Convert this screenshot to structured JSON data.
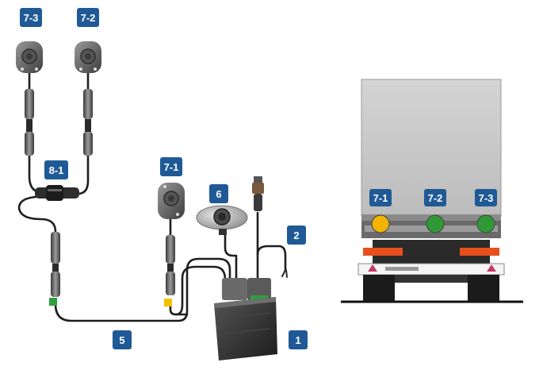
{
  "labels": {
    "sensor_7_3": "7-3",
    "sensor_7_2": "7-2",
    "sensor_7_1": "7-1",
    "splitter": "8-1",
    "camera": "6",
    "power_cable": "2",
    "main_cable": "5",
    "control_unit": "1",
    "truck_7_1": "7-1",
    "truck_7_2": "7-2",
    "truck_7_3": "7-3"
  },
  "colors": {
    "badge": "#1f5a96",
    "connector_green": "#2e9e3e",
    "connector_yellow": "#f2c200",
    "lamp_left": "#f2b400",
    "lamp_mid": "#2f9a35",
    "lamp_right": "#2f9a35",
    "reflector": "#e6501e",
    "truck_body": "#c9c9c9"
  }
}
